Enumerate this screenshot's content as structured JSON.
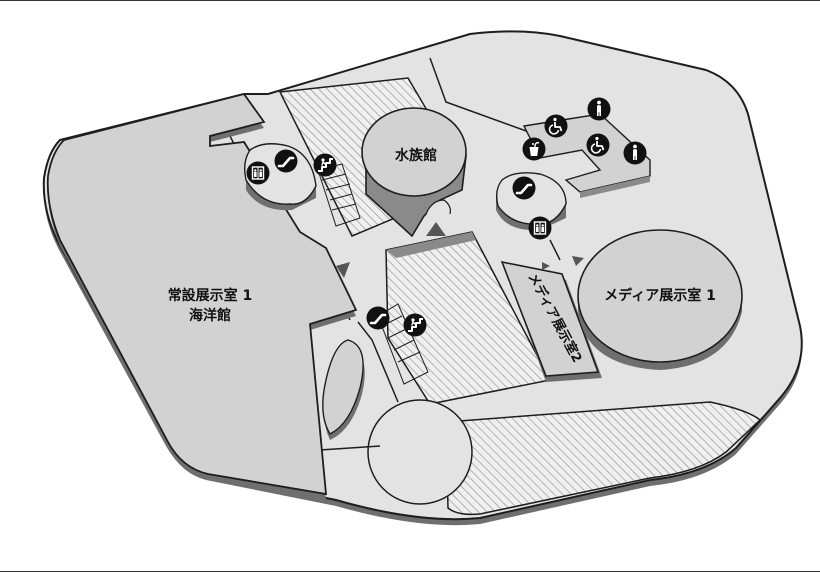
{
  "map": {
    "colors": {
      "floor": "#e3e3e3",
      "room_fill": "#d2d2d2",
      "wall": "#1e1e1e",
      "shadow": "#6f6f6f",
      "hatch": "#8a8a8a",
      "icon": "#111111",
      "background": "#ffffff"
    },
    "rooms": {
      "permanent_exhibit": {
        "line1": "常設展示室 1",
        "line2": "海洋館"
      },
      "aquarium": {
        "label": "水族館"
      },
      "media_exhibit_1": {
        "label": "メディア展示室 1"
      },
      "media_exhibit_2": {
        "label": "メディア展示室2"
      }
    },
    "icons": [
      "elevator-icon",
      "escalator-icon",
      "stairs-icon",
      "wheelchair-icon",
      "restroom-icon",
      "drinking-fountain-icon"
    ]
  }
}
